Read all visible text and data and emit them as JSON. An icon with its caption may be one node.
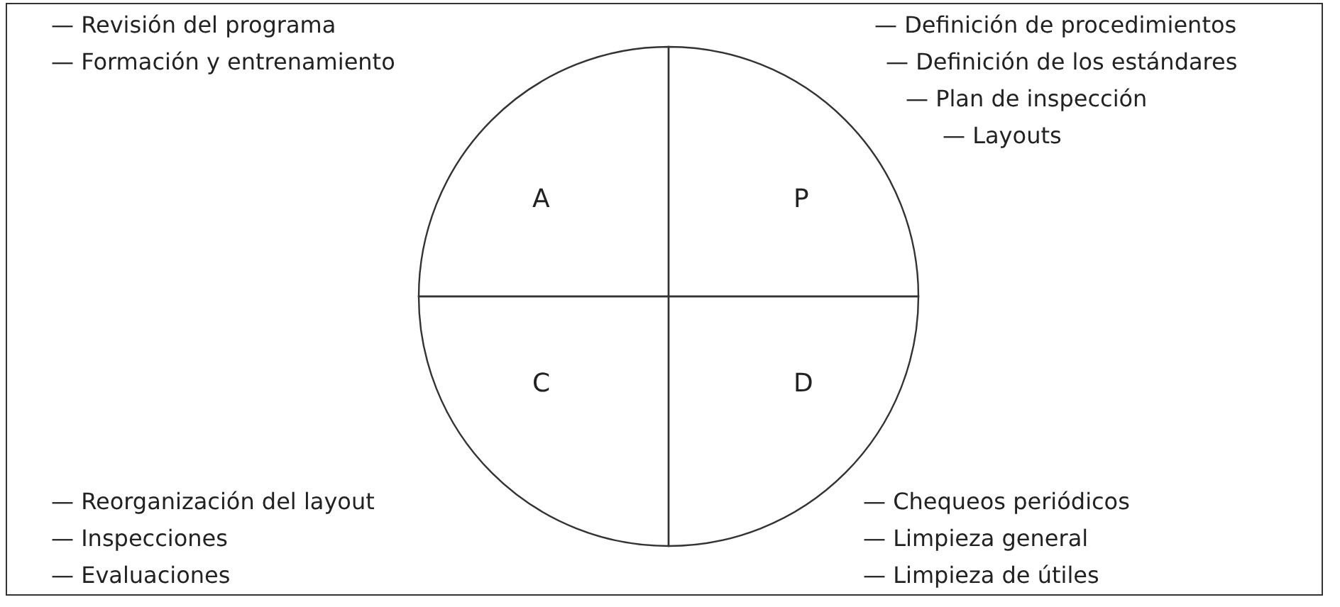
{
  "diagram": {
    "nodes": [
      {
        "text": [
          "A"
        ]
      },
      {
        "text": [
          "P"
        ]
      },
      {
        "text": [
          "C"
        ]
      },
      {
        "text": [
          "D"
        ]
      }
    ],
    "labels": [
      "— Revisión del programa",
      "— Formación y entrenamiento",
      "— Definición de procedimientos",
      "— Definición de los estándares",
      "— Plan de inspección",
      "— Layouts",
      "— Reorganización del layout",
      "— Inspecciones",
      "— Evaluaciones",
      "— Chequeos periódicos",
      "— Limpieza general",
      "— Limpieza de útiles"
    ]
  }
}
